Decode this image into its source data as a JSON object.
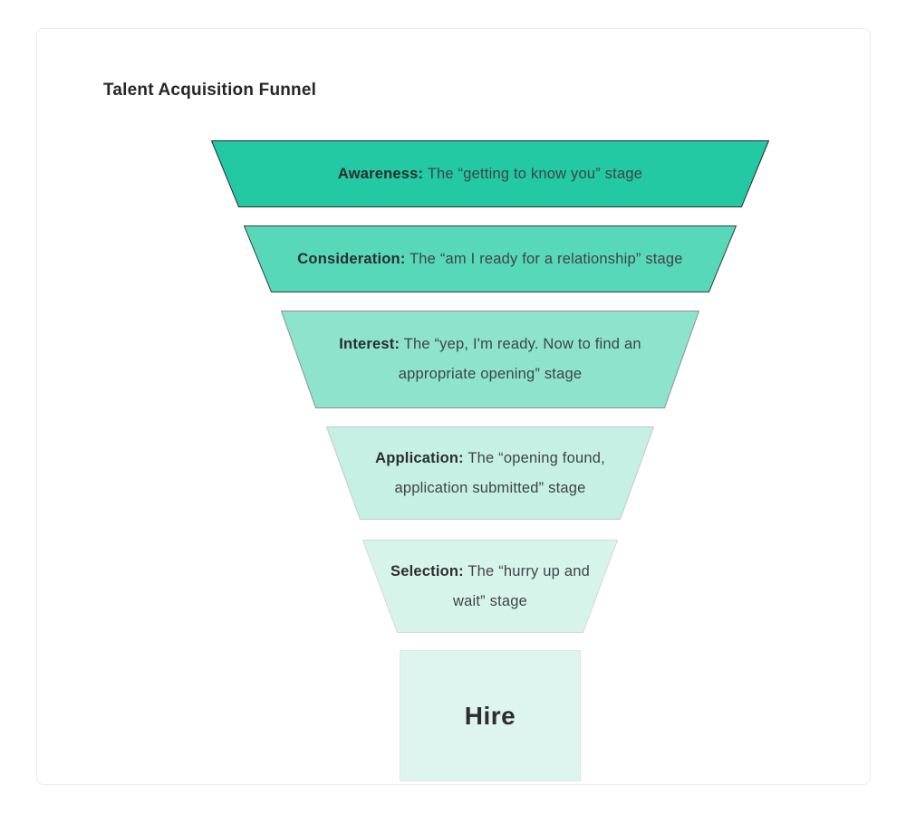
{
  "page": {
    "title": "Talent Acquisition Funnel"
  },
  "funnel": {
    "stages": [
      {
        "label": "Awareness:",
        "description": "The “getting to know you” stage",
        "fill": "#22c9a2",
        "stroke": "#2b2b2b"
      },
      {
        "label": "Consideration:",
        "description": "The “am I ready for a relationship” stage",
        "fill": "#57d8b8",
        "stroke": "#3c3c3c"
      },
      {
        "label": "Interest:",
        "description": "The “yep, I'm ready. Now to find an appropriate opening” stage",
        "fill": "#8de3cb",
        "stroke": "#8a9194"
      },
      {
        "label": "Application:",
        "description": "The “opening found, application submitted” stage",
        "fill": "#c5f0e3",
        "stroke": "#c2c9cc"
      },
      {
        "label": "Selection:",
        "description": "The “hurry up and wait” stage",
        "fill": "#d7f4eb",
        "stroke": "#d3d9da"
      }
    ],
    "final": {
      "label": "Hire",
      "fill": "#def5ef",
      "stroke": "#e1e5e6"
    }
  }
}
